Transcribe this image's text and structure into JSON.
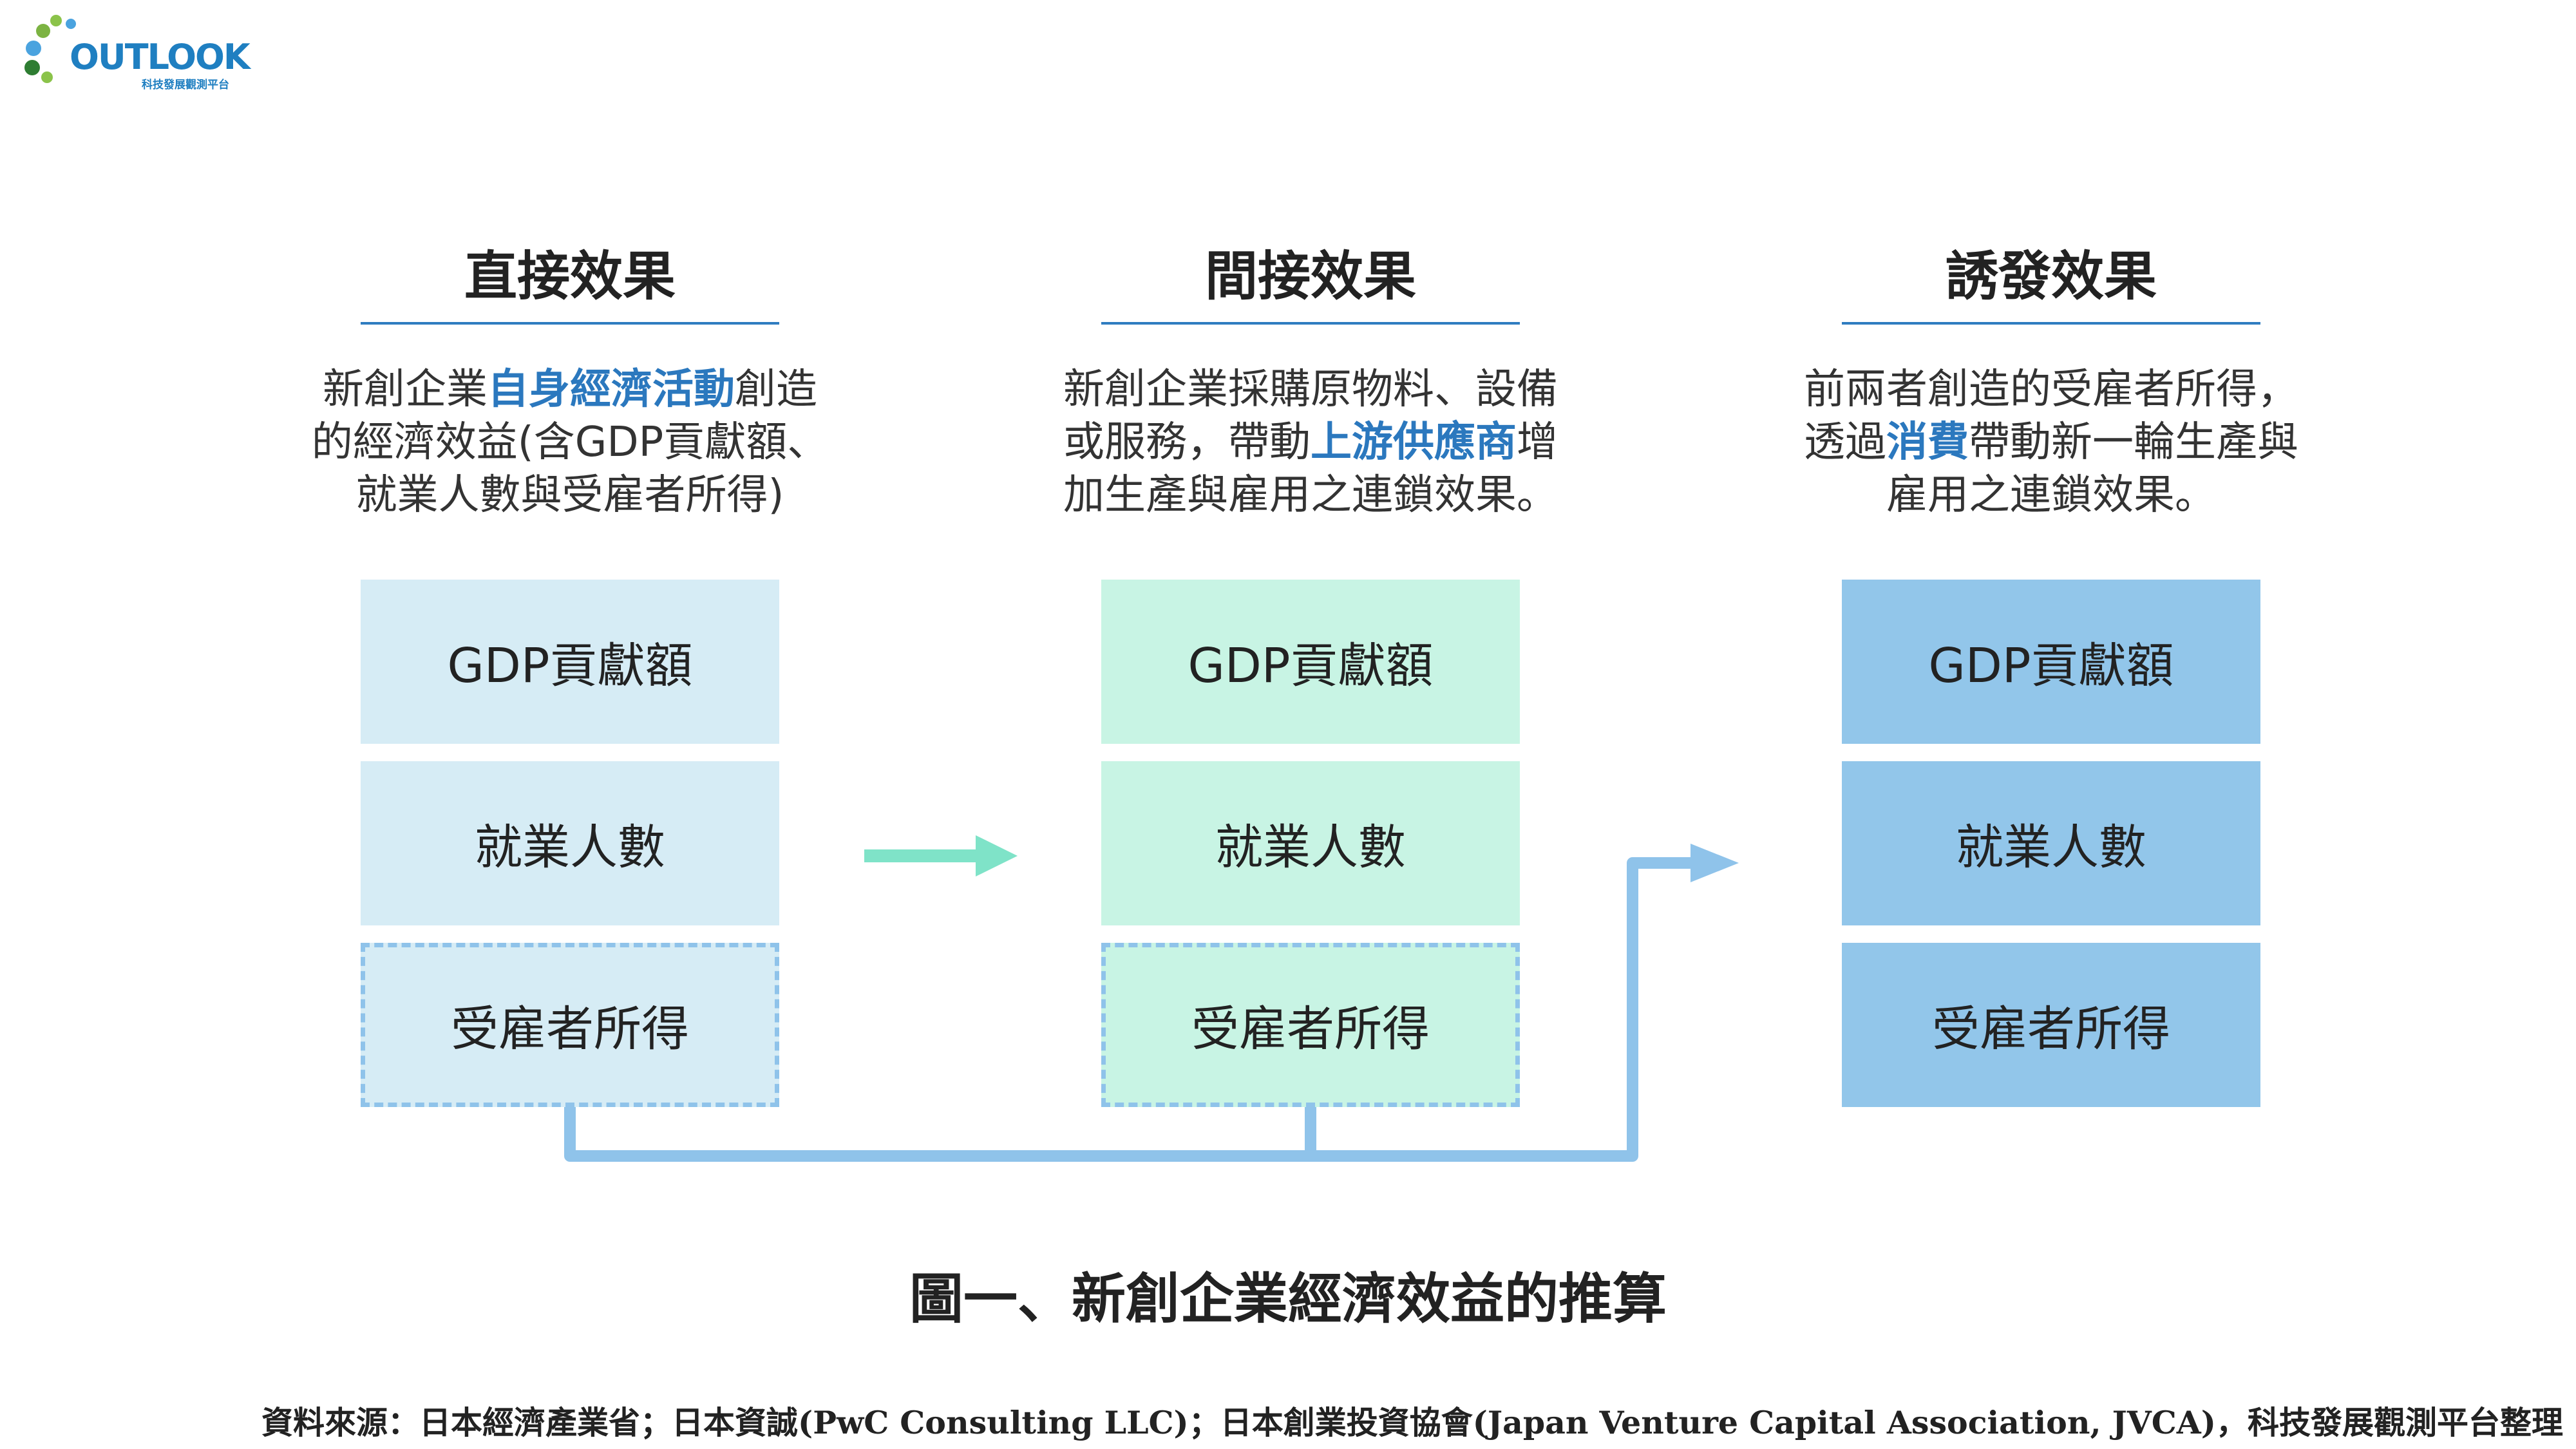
{
  "logo": {
    "word": "OUTLOOK",
    "subtitle": "科技發展觀測平台",
    "colors": [
      "#8bc34a",
      "#4aa3df",
      "#2e7d32"
    ]
  },
  "columns": [
    {
      "title": "直接效果",
      "desc_parts": [
        {
          "text": "新創企業",
          "hl": false
        },
        {
          "text": "自身經濟活動",
          "hl": true
        },
        {
          "text": "創造\n的經濟效益(含GDP貢獻額、\n就業人數與受雇者所得)",
          "hl": false
        }
      ],
      "boxes": [
        "GDP貢獻額",
        "就業人數",
        "受雇者所得"
      ]
    },
    {
      "title": "間接效果",
      "desc_parts": [
        {
          "text": "新創企業採購原物料、設備\n或服務，帶動",
          "hl": false
        },
        {
          "text": "上游供應商",
          "hl": true
        },
        {
          "text": "增\n加生產與雇用之連鎖效果。",
          "hl": false
        }
      ],
      "boxes": [
        "GDP貢獻額",
        "就業人數",
        "受雇者所得"
      ]
    },
    {
      "title": "誘發效果",
      "desc_parts": [
        {
          "text": "前兩者創造的受雇者所得，\n透過",
          "hl": false
        },
        {
          "text": "消費",
          "hl": true
        },
        {
          "text": "帶動新一輪生產與\n雇用之連鎖效果。",
          "hl": false
        }
      ],
      "boxes": [
        "GDP貢獻額",
        "就業人數",
        "受雇者所得"
      ]
    }
  ],
  "colors": {
    "direct": "#d6ecf5",
    "indirect": "#c8f4e4",
    "induced": "#92c6ea",
    "arrow_direct_to_indirect": "#7fe3c8",
    "connector": "#8fc3ea",
    "highlight": "#2b78be"
  },
  "caption": "圖一、新創企業經濟效益的推算",
  "source": "資料來源：日本經濟產業省；日本資誠(PwC Consulting LLC)；日本創業投資協會(Japan Venture Capital Association, JVCA)，科技發展觀測平台整理"
}
